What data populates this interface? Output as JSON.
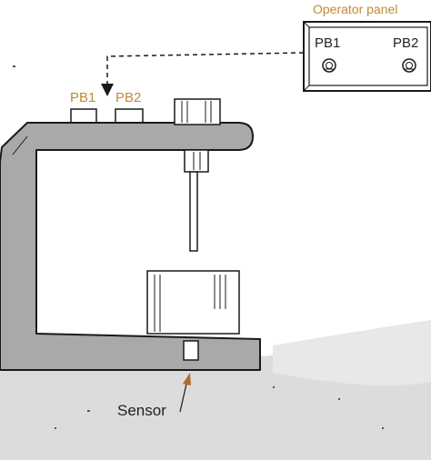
{
  "operator_panel": {
    "title": "Operator panel",
    "pb1_label": "PB1",
    "pb2_label": "PB2"
  },
  "machine": {
    "pb1_label": "PB1",
    "pb2_label": "PB2"
  },
  "sensor_label": "Sensor",
  "colors": {
    "frame_fill": "#a9a9a9",
    "frame_outline": "#1a1a1a",
    "floor_noise": "#cfcfcf",
    "label_orange": "#c08a36",
    "text_dark": "#222222"
  }
}
